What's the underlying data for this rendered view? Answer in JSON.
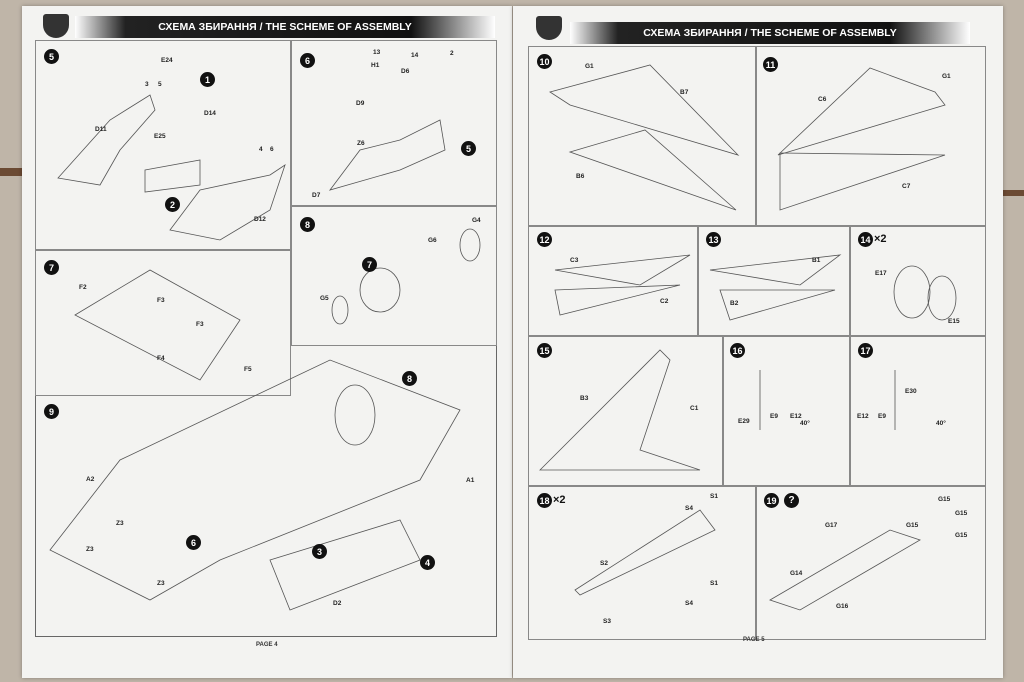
{
  "header_title": "СХЕМА ЗБИРАННЯ / THE SCHEME OF ASSEMBLY",
  "left_page": {
    "page_label": "PAGE 4",
    "steps": {
      "s5": {
        "number": "5",
        "parts": [
          "E24",
          "D11",
          "E25",
          "D14",
          "D12",
          "1",
          "2",
          "3",
          "5",
          "4",
          "6"
        ]
      },
      "s6": {
        "number": "6",
        "parts": [
          "H1",
          "D6",
          "D9",
          "Z6",
          "D7",
          "13",
          "14",
          "2",
          "5"
        ]
      },
      "s7": {
        "number": "7",
        "parts": [
          "F2",
          "F3",
          "F3",
          "F4",
          "F5"
        ]
      },
      "s8": {
        "number": "8",
        "parts": [
          "G4",
          "G6",
          "G5",
          "7"
        ]
      },
      "s9": {
        "number": "9",
        "parts": [
          "A2",
          "A1",
          "Z3",
          "Z3",
          "Z3",
          "D2",
          "3",
          "4",
          "6",
          "8"
        ]
      }
    }
  },
  "right_page": {
    "page_label": "PAGE 5",
    "steps": {
      "s10": {
        "number": "10",
        "parts": [
          "G1",
          "B7",
          "B6"
        ]
      },
      "s11": {
        "number": "11",
        "parts": [
          "G1",
          "C6",
          "C7"
        ]
      },
      "s12": {
        "number": "12",
        "parts": [
          "C3",
          "C2"
        ]
      },
      "s13": {
        "number": "13",
        "parts": [
          "B1",
          "B2"
        ]
      },
      "s14": {
        "number": "14",
        "multiplier": "×2",
        "parts": [
          "E17",
          "E15"
        ]
      },
      "s15": {
        "number": "15",
        "parts": [
          "B3",
          "C1"
        ]
      },
      "s16": {
        "number": "16",
        "parts": [
          "E29",
          "E9",
          "E12",
          "40°"
        ]
      },
      "s17": {
        "number": "17",
        "parts": [
          "E30",
          "E12",
          "E9",
          "40°"
        ]
      },
      "s18": {
        "number": "18",
        "multiplier": "×2",
        "parts": [
          "S1",
          "S4",
          "S2",
          "S1",
          "S4",
          "S3"
        ]
      },
      "s19": {
        "number": "19",
        "icon": "question-icon",
        "parts": [
          "G15",
          "G15",
          "G17",
          "G15",
          "G15",
          "G14",
          "G16"
        ]
      }
    }
  },
  "colors": {
    "paper": "#f3f3f1",
    "ink": "#111111",
    "background": "#bfb5a8"
  }
}
